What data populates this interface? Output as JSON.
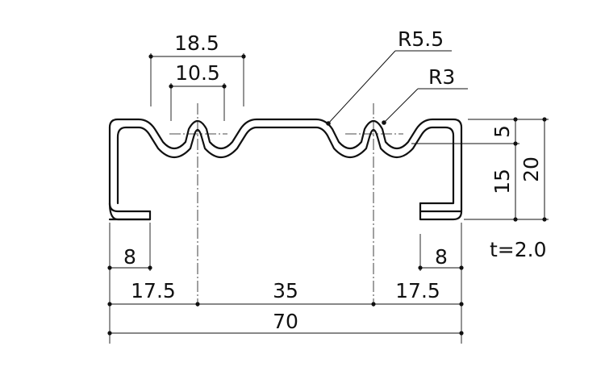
{
  "diagram": {
    "dimensions": {
      "top_outer_pitch": "18.5",
      "top_inner_pitch": "10.5",
      "radius_large": "R5.5",
      "radius_small": "R3",
      "height_top": "5",
      "height_lower": "15",
      "height_total": "20",
      "thickness": "t=2.0",
      "lip_left": "8",
      "lip_right": "8",
      "offset_left": "17.5",
      "center_span": "35",
      "offset_right": "17.5",
      "overall_width": "70"
    }
  }
}
